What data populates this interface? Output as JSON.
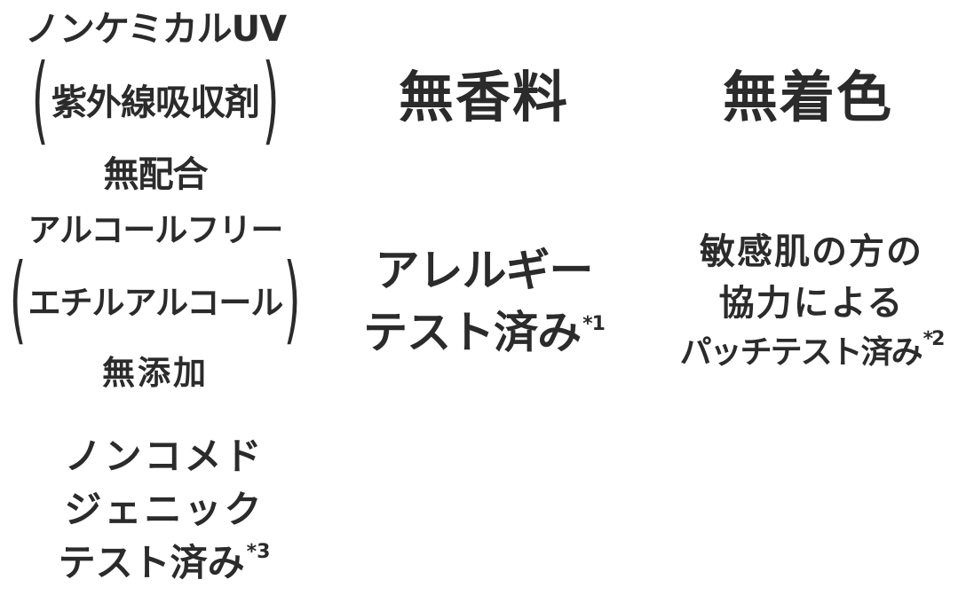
{
  "features": {
    "non_chemical_uv": {
      "line1": "ノンケミカルUV",
      "line2": "紫外線吸収剤",
      "line3": "無配合",
      "paren_open": "(",
      "paren_close": ")"
    },
    "fragrance_free": {
      "label": "無香料"
    },
    "colorant_free": {
      "label": "無着色"
    },
    "alcohol_free": {
      "line1": "アルコールフリー",
      "line2": "エチルアルコール",
      "line3": "無添加",
      "paren_open": "(",
      "paren_close": ")"
    },
    "allergy_tested": {
      "line1": "アレルギー",
      "line2": "テスト済み",
      "note": "*1"
    },
    "sensitive_skin_patch_tested": {
      "line1": "敏感肌の方の",
      "line2": "協力による",
      "line3": "パッチテスト済み",
      "note": "*2"
    },
    "non_comedogenic_tested": {
      "line1": "ノンコメド",
      "line2": "ジェニック",
      "line3": "テスト済み",
      "note": "*3"
    }
  }
}
